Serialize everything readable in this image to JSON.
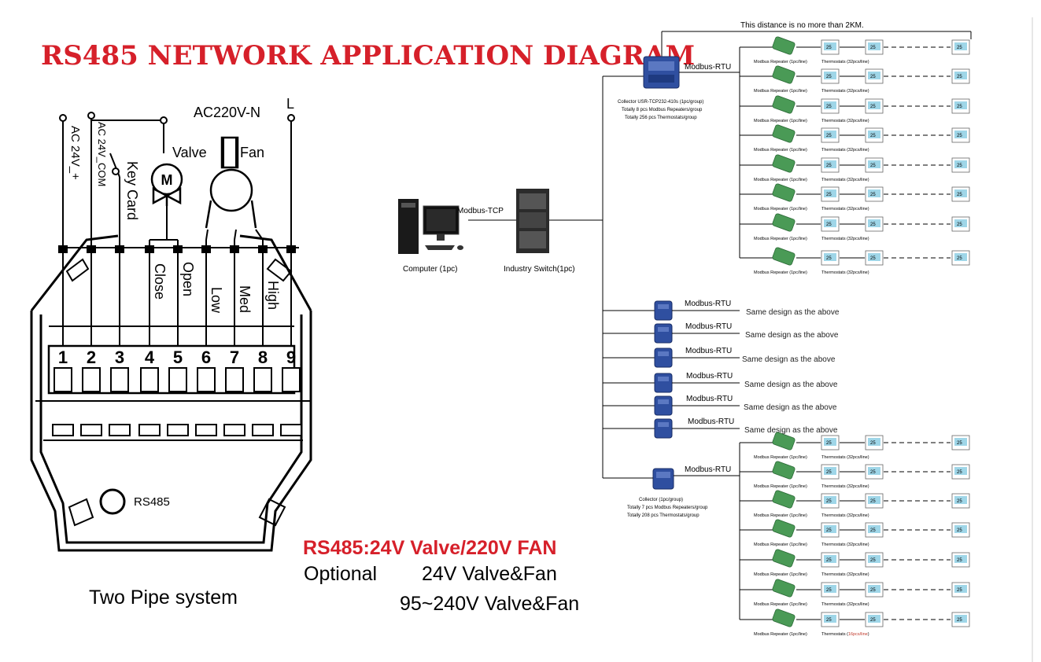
{
  "title": "RS485 NETWORK APPLICATION DIAGRAM",
  "colors": {
    "title_red": "#d6202a",
    "line": "#000000",
    "device_blue": "#2f4fa0",
    "repeater_green": "#4a9a56",
    "thermo_screen": "#9fd6e8"
  },
  "wiring": {
    "ac24_plus": "AC 24V_+",
    "ac24_com": "AC 24V_COM",
    "key_card": "Key Card",
    "valve": "Valve",
    "fan": "Fan",
    "motor_letter": "M",
    "ac220_n": "AC220V-N",
    "line_l": "L",
    "close": "Close",
    "open": "Open",
    "low": "Low",
    "med": "Med",
    "high": "High",
    "terminals": [
      "1",
      "2",
      "3",
      "4",
      "5",
      "6",
      "7",
      "8",
      "9"
    ],
    "rs485": "RS485",
    "system": "Two Pipe system"
  },
  "notes": {
    "headline": "RS485:24V Valve/220V FAN",
    "optional": "Optional",
    "opt1": "24V Valve&Fan",
    "opt2": "95~240V Valve&Fan"
  },
  "network": {
    "distance": "This distance is no more than 2KM.",
    "computer": "Computer (1pc)",
    "switch": "Industry Switch(1pc)",
    "modbus_tcp": "Modbus-TCP",
    "modbus_rtu": "Modbus-RTU",
    "collector1": [
      "Collector USR-TCP232-410s (1pc/group)",
      "Totally 8 pcs Modbus Repeaters/group",
      "Totally 256 pcs Thermostats/group"
    ],
    "collector2": [
      "Collector (1pc/group)",
      "Totally 7 pcs Modbus Repeaters/group",
      "Totally 208 pcs Thermostats/group"
    ],
    "repeater_label": "Modbus Repeater (1pc/line)",
    "thermostat_label": "Thermostats (32pcs/line)",
    "thermostat_prefix": "Thermostats (",
    "thermostat_last": "16pcs/line",
    "thermostat_suffix": ")",
    "same_design": "Same design as the above",
    "thermo_screen": "25"
  }
}
